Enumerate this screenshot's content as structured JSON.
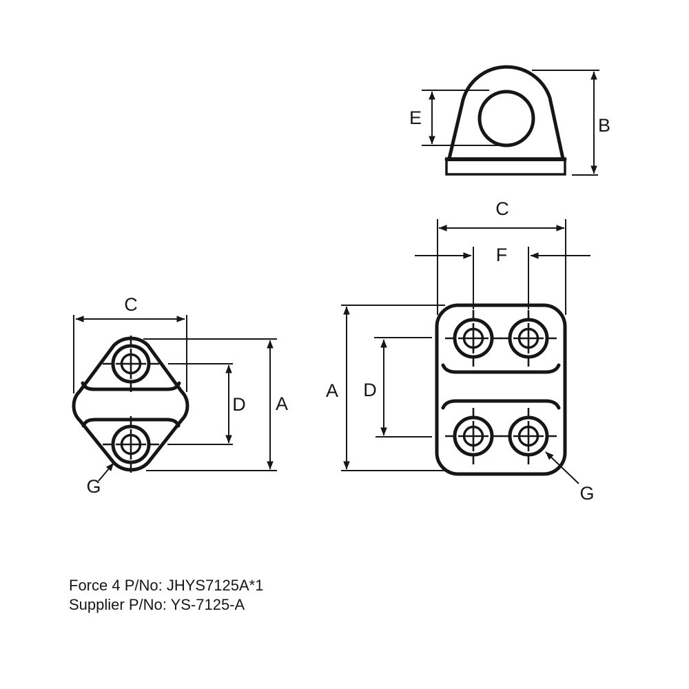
{
  "drawing": {
    "title_hint": "pad-eye fitting engineering drawing",
    "side_view": {
      "dim_e": "E",
      "dim_b": "B"
    },
    "plan_view": {
      "dim_c": "C",
      "dim_f": "F",
      "dim_a": "A",
      "dim_d": "D",
      "dim_g": "G"
    },
    "profile_view": {
      "dim_c": "C",
      "dim_a": "A",
      "dim_d": "D",
      "dim_g": "G"
    },
    "notes": {
      "force4_pn": "Force 4 P/No: JHYS7125A*1",
      "supplier_pn": "Supplier P/No: YS-7125-A"
    }
  },
  "colors": {
    "ink": "#161616",
    "background": "#ffffff"
  }
}
